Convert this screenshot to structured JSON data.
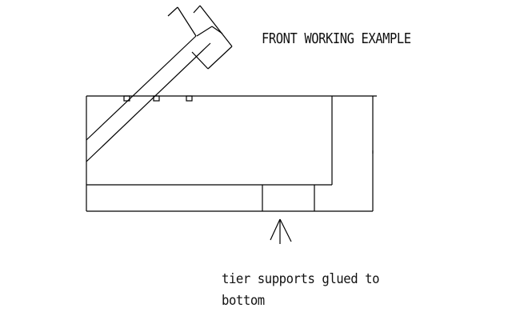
{
  "diagram": {
    "title": "FRONT WORKING EXAMPLE",
    "annotation_line1": "tier supports glued to",
    "annotation_line2": "bottom",
    "stroke_color": "#000000"
  }
}
